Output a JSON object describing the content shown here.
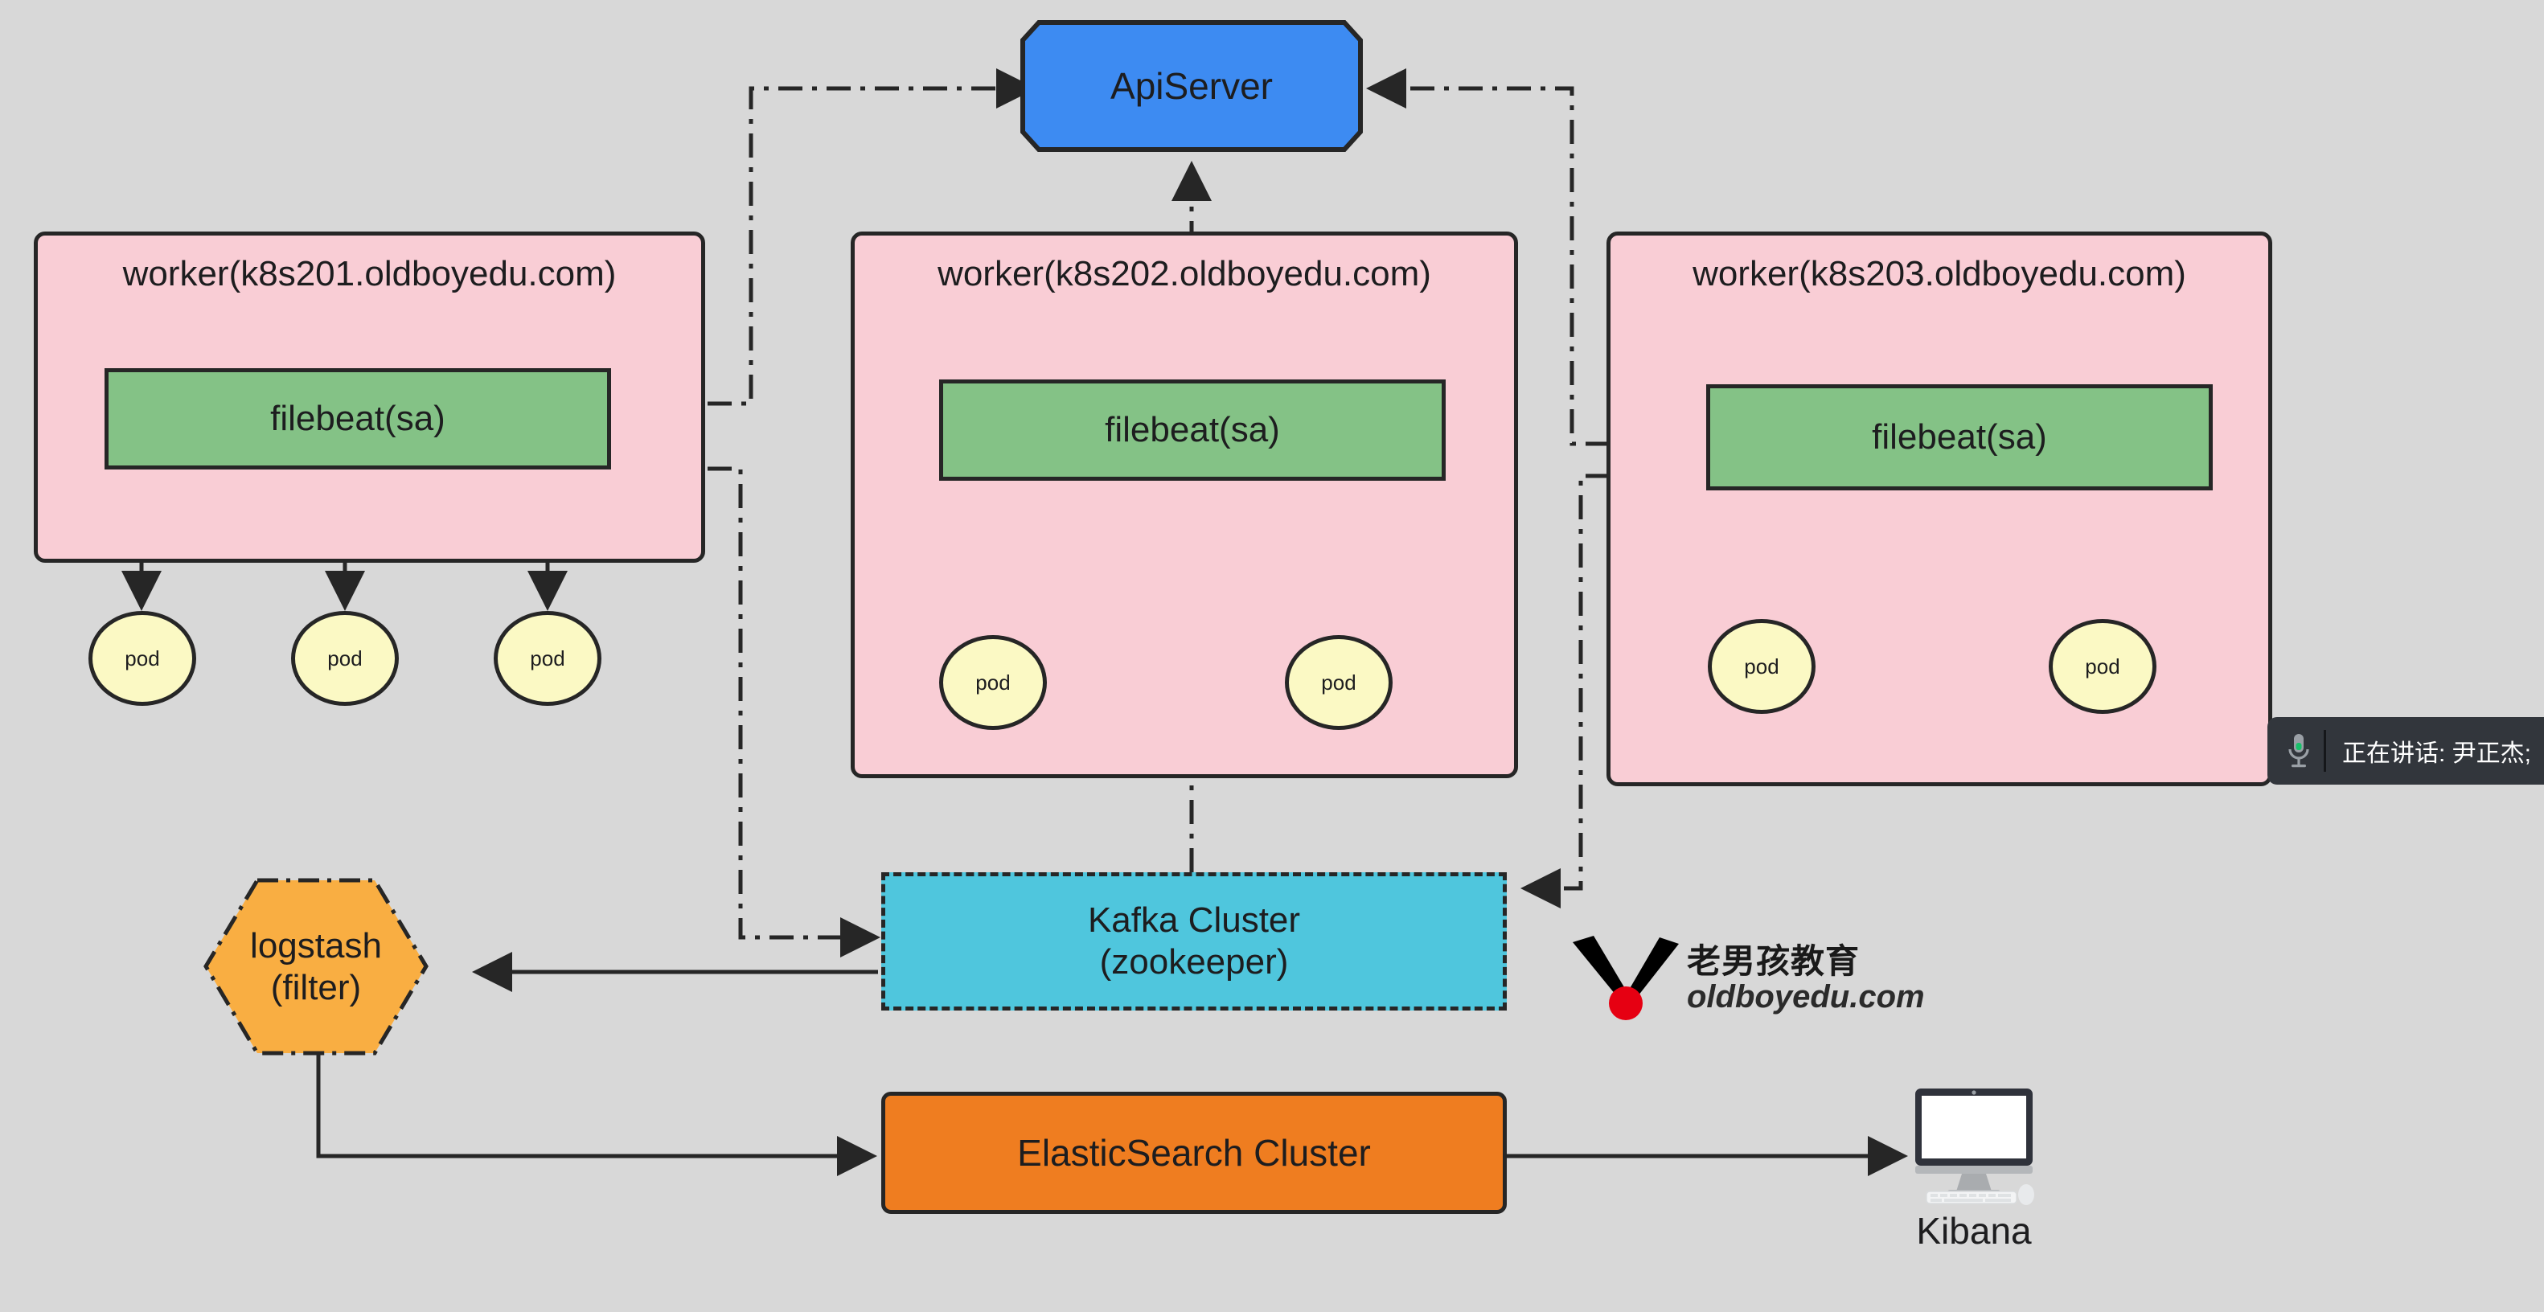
{
  "meta": {
    "background_color": "#d8d8d8",
    "stroke_color": "#262626"
  },
  "diagram": {
    "title": "Kubernetes filebeat log collection architecture",
    "apiserver": {
      "label": "ApiServer",
      "shape": "octagon",
      "fill": "#3d8bf2"
    },
    "workers": [
      {
        "label": "worker(k8s201.oldboyedu.com)",
        "fill": "#f9cdd5",
        "filebeat": {
          "label": "filebeat(sa)",
          "fill": "#84c286"
        },
        "pods": [
          {
            "label": "pod"
          },
          {
            "label": "pod"
          },
          {
            "label": "pod"
          }
        ]
      },
      {
        "label": "worker(k8s202.oldboyedu.com)",
        "fill": "#f9cdd5",
        "filebeat": {
          "label": "filebeat(sa)",
          "fill": "#84c286"
        },
        "pods": [
          {
            "label": "pod"
          },
          {
            "label": "pod"
          }
        ]
      },
      {
        "label": "worker(k8s203.oldboyedu.com)",
        "fill": "#f9cdd5",
        "filebeat": {
          "label": "filebeat(sa)",
          "fill": "#84c286"
        },
        "pods": [
          {
            "label": "pod"
          },
          {
            "label": "pod"
          }
        ]
      }
    ],
    "kafka": {
      "label": "Kafka Cluster\n(zookeeper)",
      "line1": "Kafka Cluster",
      "line2": "(zookeeper)",
      "fill": "#4fc6dd",
      "border_style": "dashed"
    },
    "logstash": {
      "label": "logstash\n(filter)",
      "line1": "logstash",
      "line2": "(filter)",
      "fill": "#f9ae42",
      "shape": "hexagon",
      "border_style": "dash-dot"
    },
    "elasticsearch": {
      "label": "ElasticSearch Cluster",
      "fill": "#ef7d20"
    },
    "kibana": {
      "label": "Kibana",
      "icon": "desktop-monitor-icon"
    }
  },
  "logo": {
    "cn": "老男孩教育",
    "en": "oldboyedu.com",
    "mark_color": "#000000",
    "dot_color": "#e60012"
  },
  "speaking": {
    "icon": "microphone-icon",
    "text": "正在讲话: 尹正杰;",
    "background": "#32363c"
  }
}
